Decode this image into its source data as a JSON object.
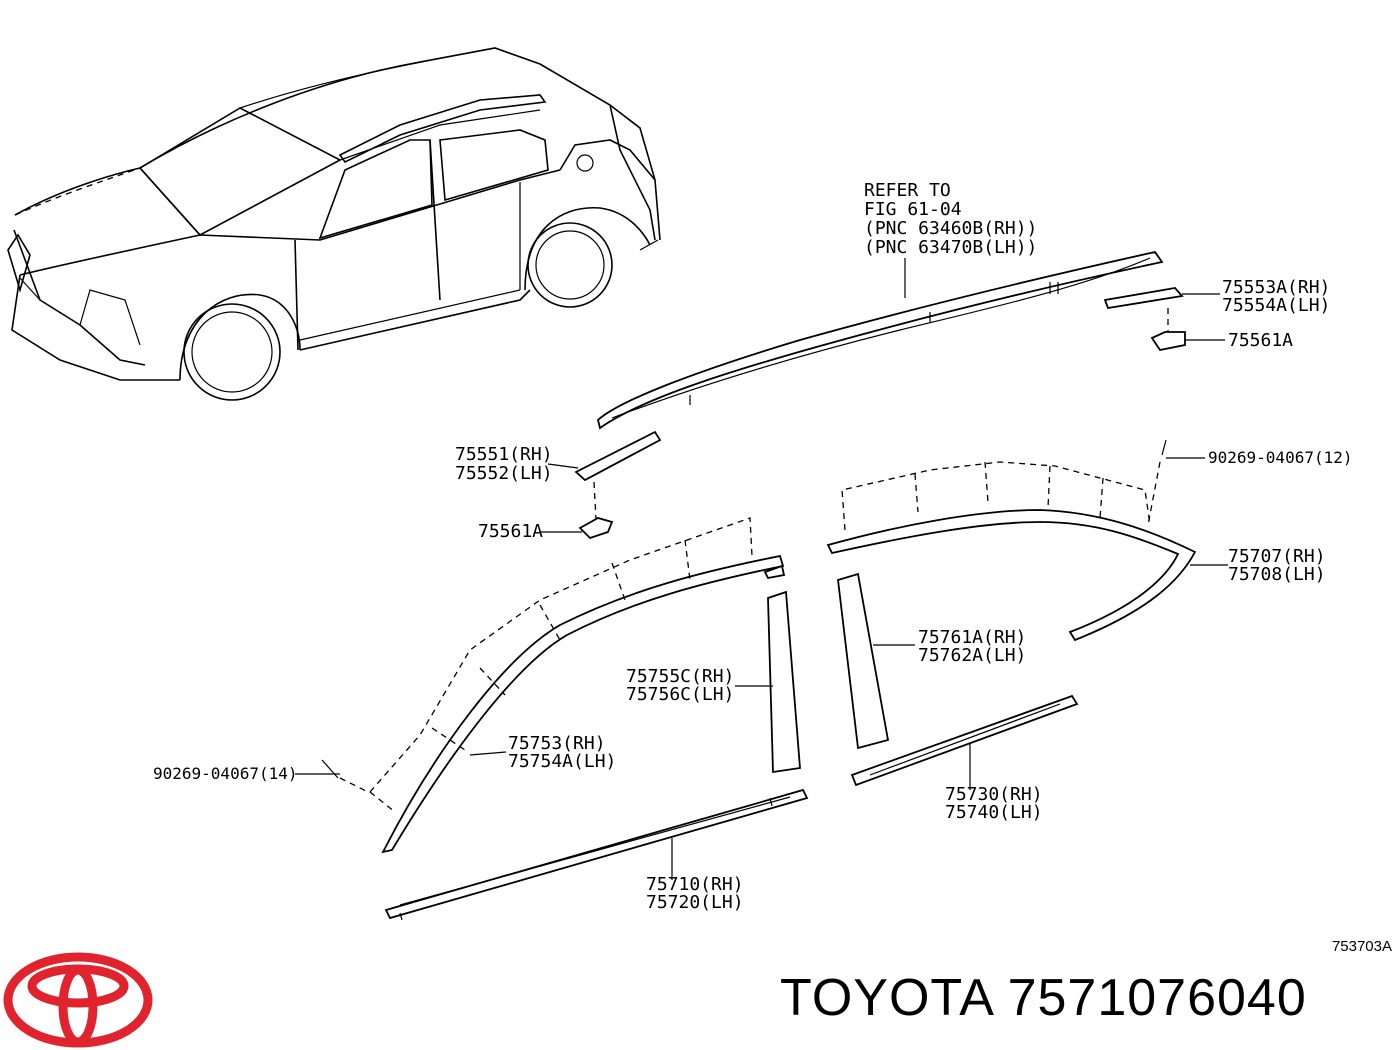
{
  "diagram": {
    "refer_note": [
      "REFER TO",
      "FIG 61-04",
      "(PNC 63460B(RH))",
      "(PNC 63470B(LH))"
    ],
    "labels": [
      {
        "id": "p75553A",
        "lines": [
          "75553A(RH)",
          "75554A(LH)"
        ]
      },
      {
        "id": "p75561A_top",
        "lines": [
          "75561A"
        ]
      },
      {
        "id": "p75551",
        "lines": [
          "75551(RH)",
          "75552(LH)"
        ]
      },
      {
        "id": "p75561A_mid",
        "lines": [
          "75561A"
        ]
      },
      {
        "id": "p90269_12",
        "lines": [
          "90269-04067(12)"
        ]
      },
      {
        "id": "p75707",
        "lines": [
          "75707(RH)",
          "75708(LH)"
        ]
      },
      {
        "id": "p75761A",
        "lines": [
          "75761A(RH)",
          "75762A(LH)"
        ]
      },
      {
        "id": "p75755C",
        "lines": [
          "75755C(RH)",
          "75756C(LH)"
        ]
      },
      {
        "id": "p75753",
        "lines": [
          "75753(RH)",
          "75754A(LH)"
        ]
      },
      {
        "id": "p90269_14",
        "lines": [
          "90269-04067(14)"
        ]
      },
      {
        "id": "p75730",
        "lines": [
          "75730(RH)",
          "75740(LH)"
        ]
      },
      {
        "id": "p75710",
        "lines": [
          "75710(RH)",
          "75720(LH)"
        ]
      }
    ],
    "diagram_id": "753703A"
  },
  "footer": {
    "logo_name": "toyota-logo",
    "logo_color": "#e0232d",
    "text": "TOYOTA 7571076040"
  }
}
